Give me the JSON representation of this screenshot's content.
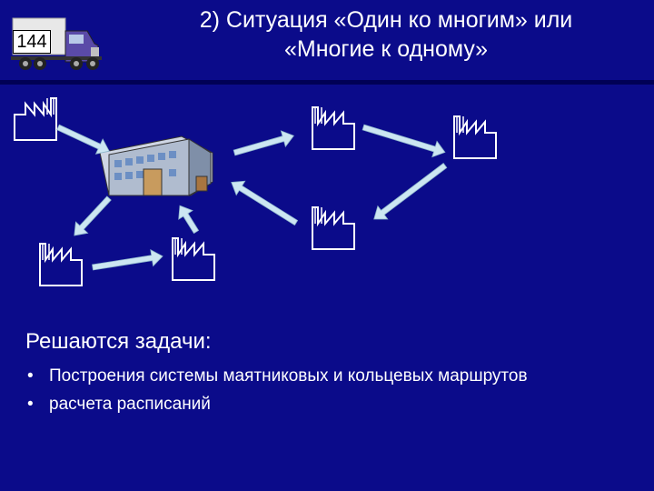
{
  "slide": {
    "badge": "144",
    "title_line1": "2) Ситуация «Один ко многим» или",
    "title_line2": "«Многие к  одному»",
    "subheading": "Решаются задачи:",
    "bullets": [
      "Построения системы маятниковых и кольцевых маршрутов",
      "расчета расписаний"
    ]
  },
  "colors": {
    "background": "#0b0b8a",
    "arrow": "#cce6f2",
    "text": "#ffffff"
  },
  "icons": [
    "truck-icon",
    "factory-icon",
    "warehouse-building-icon"
  ]
}
